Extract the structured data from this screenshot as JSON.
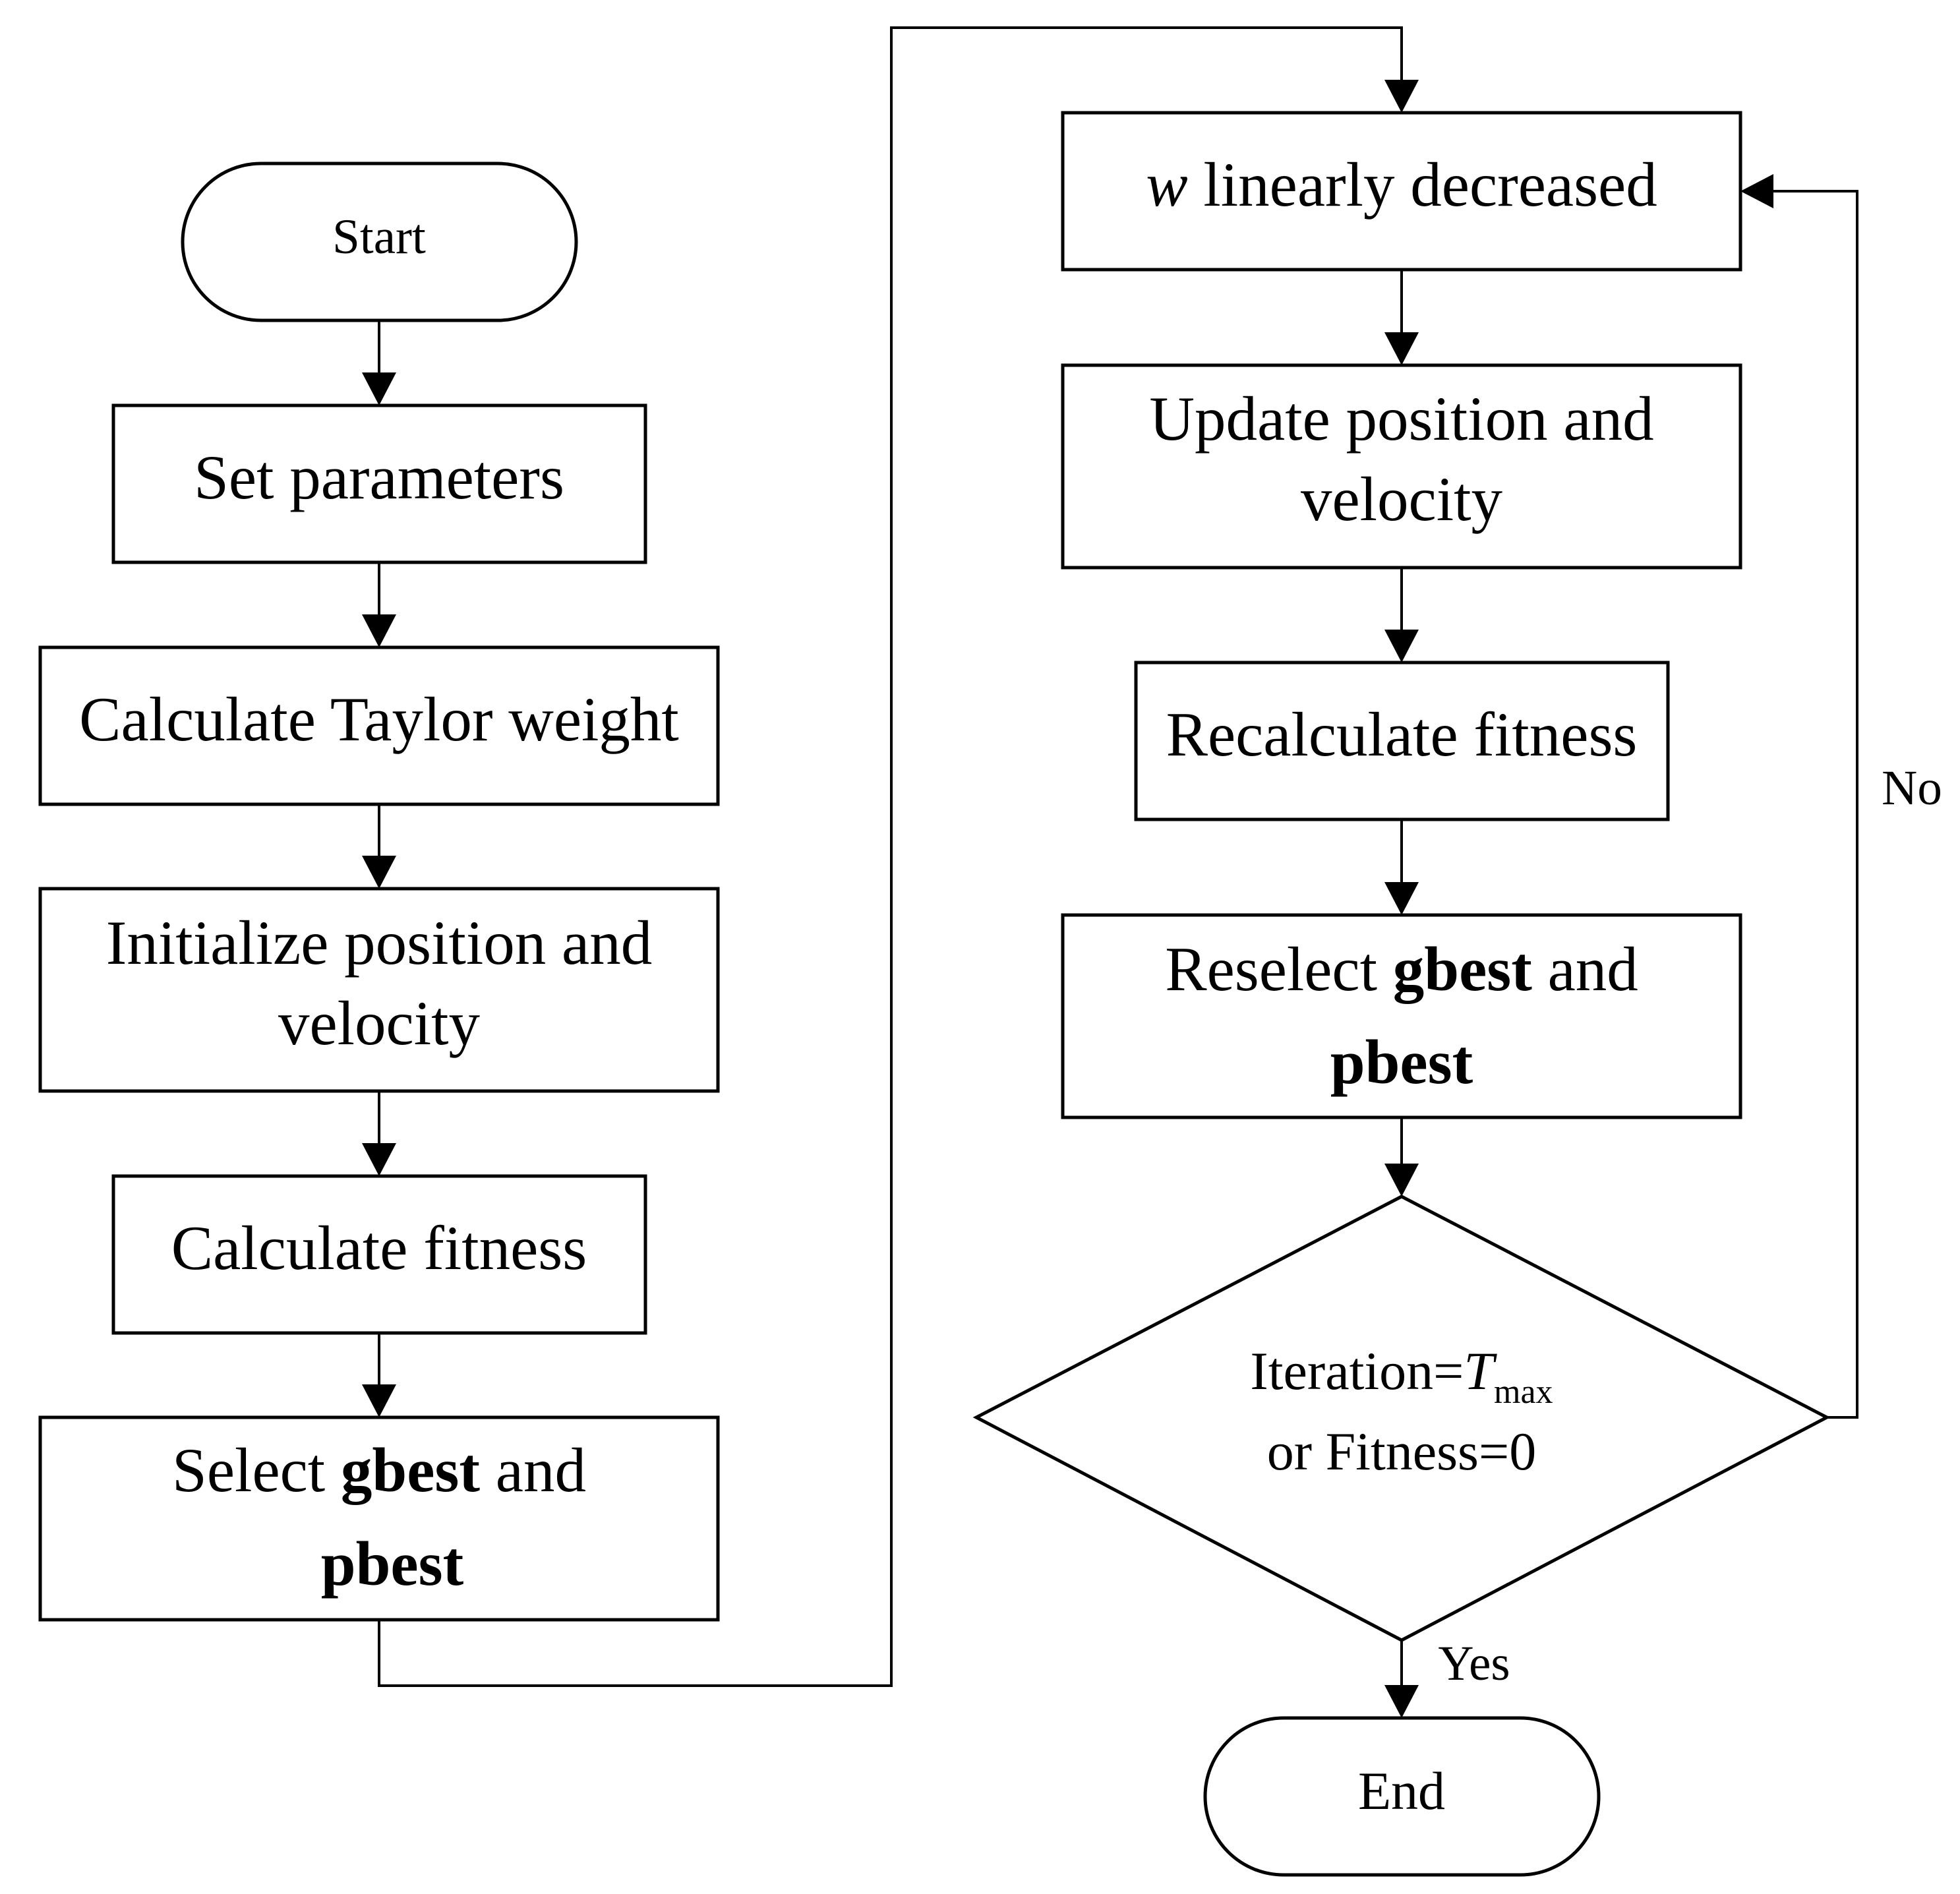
{
  "nodes": {
    "start": "Start",
    "set_params": "Set parameters",
    "taylor": "Calculate Taylor weight",
    "init": {
      "line1": "Initialize position and",
      "line2": "velocity"
    },
    "fitness": "Calculate fitness",
    "select": {
      "pre": "Select ",
      "gbest": "gbest",
      "mid": " and",
      "pbest": "pbest"
    },
    "w_decrease": {
      "w": "w",
      "text": " linearly decreased"
    },
    "update": {
      "line1": "Update position and",
      "line2": "velocity"
    },
    "recalc": "Recalculate fitness",
    "reselect": {
      "pre": "Reselect ",
      "gbest": "gbest",
      "mid": " and",
      "pbest": "pbest"
    },
    "decision": {
      "pre": "Iteration=",
      "T": "T",
      "sub": "max",
      "line2": "or Fitness=0"
    },
    "end": "End"
  },
  "edge_labels": {
    "no": "No",
    "yes": "Yes"
  }
}
